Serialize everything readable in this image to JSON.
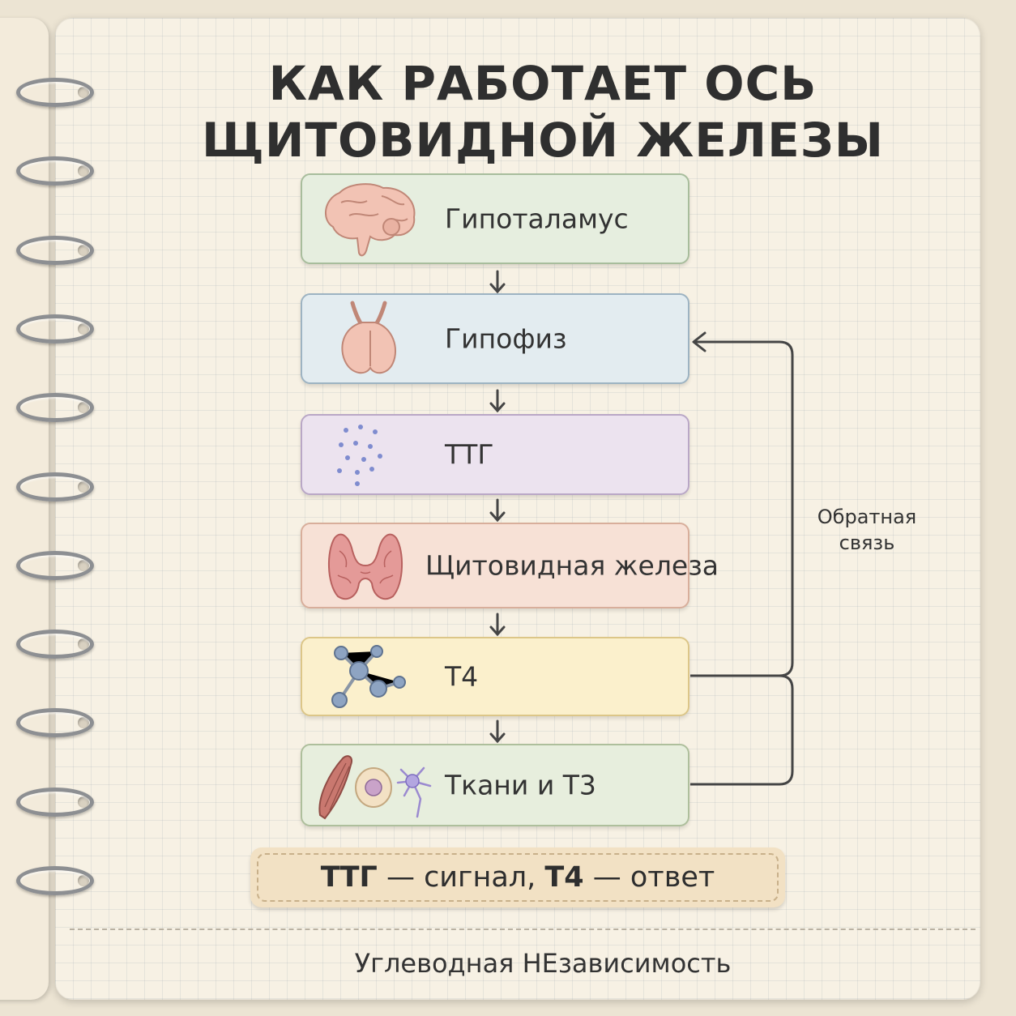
{
  "title": {
    "line1": "КАК РАБОТАЕТ ОСЬ",
    "line2": "ЩИТОВИДНОЙ ЖЕЛЕЗЫ"
  },
  "steps": [
    {
      "label": "Гипоталамус",
      "icon": "brain-icon",
      "fill": "#e6eedf",
      "border": "#a8bd9c"
    },
    {
      "label": "Гипофиз",
      "icon": "pituitary-gland-icon",
      "fill": "#e3ecf0",
      "border": "#9db3c2"
    },
    {
      "label": "ТТГ",
      "icon": "hormone-particles-icon",
      "fill": "#ece3ef",
      "border": "#b9a7c6"
    },
    {
      "label": "Щитовидная железа",
      "icon": "thyroid-gland-icon",
      "fill": "#f7e1d6",
      "border": "#d8ae9b"
    },
    {
      "label": "Т4",
      "icon": "molecule-icon",
      "fill": "#fbf0cc",
      "border": "#dcc688"
    },
    {
      "label": "Ткани и Т3",
      "icon": "tissue-cells-icon",
      "fill": "#e7eedd",
      "border": "#aebf9c"
    }
  ],
  "feedback": {
    "line1": "Обратная",
    "line2": "связь"
  },
  "summary": {
    "part1": "ТТГ",
    "part2": " — сигнал, ",
    "part3": "Т4",
    "part4": " — ответ"
  },
  "footer": "Углеводная НЕзависимость",
  "colors": {
    "line": "#454545",
    "text": "#333333"
  }
}
